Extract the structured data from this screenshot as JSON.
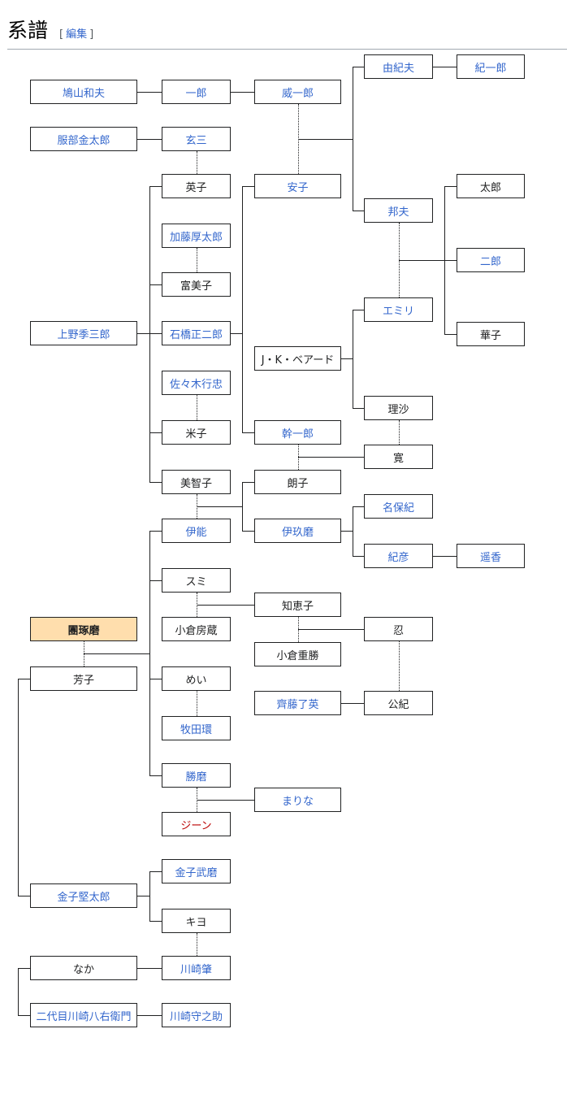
{
  "section": {
    "title": "系譜",
    "edit_open": "[",
    "edit_label": "編集",
    "edit_close": "]"
  },
  "colors": {
    "link": "#3366cc",
    "redlink": "#ba0000",
    "text": "#202122",
    "highlight_bg": "#ffdead"
  },
  "nodes": {
    "hatoyama_kazuo": {
      "label": "鳩山和夫",
      "style": "link"
    },
    "ichiro": {
      "label": "一郎",
      "style": "link"
    },
    "iichiro": {
      "label": "威一郎",
      "style": "link"
    },
    "yukio": {
      "label": "由紀夫",
      "style": "link"
    },
    "kiichiro": {
      "label": "紀一郎",
      "style": "link"
    },
    "hattori_kintaro": {
      "label": "服部金太郎",
      "style": "link"
    },
    "genzo": {
      "label": "玄三",
      "style": "link"
    },
    "eiko": {
      "label": "英子",
      "style": "plain"
    },
    "yasuko": {
      "label": "安子",
      "style": "link"
    },
    "taro": {
      "label": "太郎",
      "style": "plain"
    },
    "kunio": {
      "label": "邦夫",
      "style": "link"
    },
    "kato_kotaro": {
      "label": "加藤厚太郎",
      "style": "link"
    },
    "jiro": {
      "label": "二郎",
      "style": "link"
    },
    "fumiko": {
      "label": "富美子",
      "style": "plain"
    },
    "emily": {
      "label": "エミリ",
      "style": "link"
    },
    "ueno_kisaburo": {
      "label": "上野季三郎",
      "style": "link"
    },
    "ishibashi_shojiro": {
      "label": "石橋正二郎",
      "style": "link"
    },
    "hanako": {
      "label": "華子",
      "style": "plain"
    },
    "jk_baird": {
      "label": "J・K・ベアード",
      "style": "plain"
    },
    "sasaki_yukitada": {
      "label": "佐々木行忠",
      "style": "link"
    },
    "risa": {
      "label": "理沙",
      "style": "plain"
    },
    "yoneko": {
      "label": "米子",
      "style": "plain"
    },
    "kanichiro": {
      "label": "幹一郎",
      "style": "link"
    },
    "hiroshi": {
      "label": "寛",
      "style": "plain"
    },
    "michiko": {
      "label": "美智子",
      "style": "plain"
    },
    "akiko": {
      "label": "朗子",
      "style": "plain"
    },
    "nahoki": {
      "label": "名保紀",
      "style": "link"
    },
    "ino": {
      "label": "伊能",
      "style": "link"
    },
    "ikuma": {
      "label": "伊玖磨",
      "style": "link"
    },
    "norihiko": {
      "label": "紀彦",
      "style": "link"
    },
    "haruka": {
      "label": "遥香",
      "style": "link"
    },
    "sumi": {
      "label": "スミ",
      "style": "plain"
    },
    "chieko": {
      "label": "知恵子",
      "style": "plain"
    },
    "dan_takuma": {
      "label": "團琢磨",
      "style": "highlight"
    },
    "ogura_fusazo": {
      "label": "小倉房蔵",
      "style": "plain"
    },
    "shinobu": {
      "label": "忍",
      "style": "plain"
    },
    "ogura_shigekatsu": {
      "label": "小倉重勝",
      "style": "plain"
    },
    "yoshiko": {
      "label": "芳子",
      "style": "plain"
    },
    "mei": {
      "label": "めい",
      "style": "plain"
    },
    "saito_ryoei": {
      "label": "齊藤了英",
      "style": "link"
    },
    "kiminori": {
      "label": "公紀",
      "style": "plain"
    },
    "makita_tamaki": {
      "label": "牧田環",
      "style": "link"
    },
    "katsuma": {
      "label": "勝磨",
      "style": "link"
    },
    "marina": {
      "label": "まりな",
      "style": "link"
    },
    "jean": {
      "label": "ジーン",
      "style": "redlink"
    },
    "kaneko_takema": {
      "label": "金子武磨",
      "style": "link"
    },
    "kaneko_kentaro": {
      "label": "金子堅太郎",
      "style": "link"
    },
    "kiyo": {
      "label": "キヨ",
      "style": "plain"
    },
    "naka": {
      "label": "なか",
      "style": "plain"
    },
    "kawasaki_hajime": {
      "label": "川崎肇",
      "style": "link"
    },
    "kawasaki_hachiemon_2": {
      "label": "二代目川崎八右衛門",
      "style": "link"
    },
    "kawasaki_morinosuke": {
      "label": "川崎守之助",
      "style": "link"
    }
  }
}
